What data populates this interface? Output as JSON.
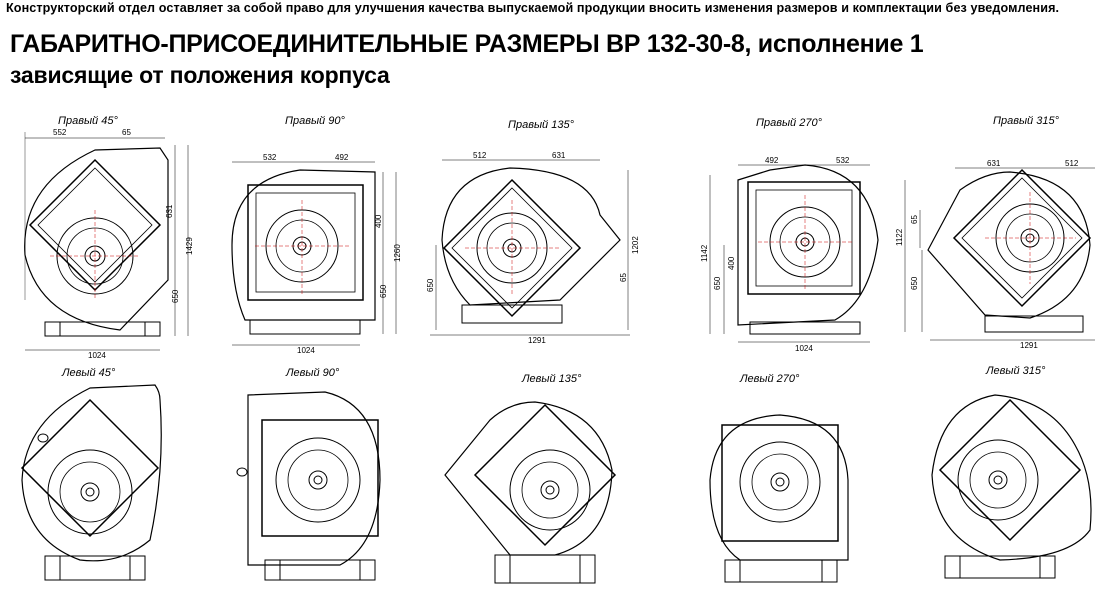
{
  "header": {
    "disclaimer": "Конструкторский отдел оставляет за собой право для улучшения качества выпускаемой продукции вносить изменения размеров и комплектации без уведомления.",
    "title_line1": "ГАБАРИТНО-ПРИСОЕДИНИТЕЛЬНЫЕ РАЗМЕРЫ ВР 132-30-8, исполнение 1",
    "title_line2": "зависящие от положения корпуса"
  },
  "positions": [
    {
      "label": "Правый 45°",
      "dims": [
        "552",
        "65",
        "631",
        "1429",
        "650",
        "1024"
      ]
    },
    {
      "label": "Правый 90°",
      "dims": [
        "532",
        "492",
        "400",
        "1260",
        "650",
        "1024"
      ]
    },
    {
      "label": "Правый 135°",
      "dims": [
        "512",
        "631",
        "650",
        "1202",
        "65",
        "1291"
      ]
    },
    {
      "label": "Правый 270°",
      "dims": [
        "492",
        "532",
        "1142",
        "650",
        "400",
        "1024"
      ]
    },
    {
      "label": "Правый 315°",
      "dims": [
        "631",
        "512",
        "1122",
        "65",
        "650",
        "1291"
      ]
    },
    {
      "label": "Левый 45°",
      "dims": []
    },
    {
      "label": "Левый 90°",
      "dims": []
    },
    {
      "label": "Левый 135°",
      "dims": []
    },
    {
      "label": "Левый 270°",
      "dims": []
    },
    {
      "label": "Левый 315°",
      "dims": []
    }
  ]
}
